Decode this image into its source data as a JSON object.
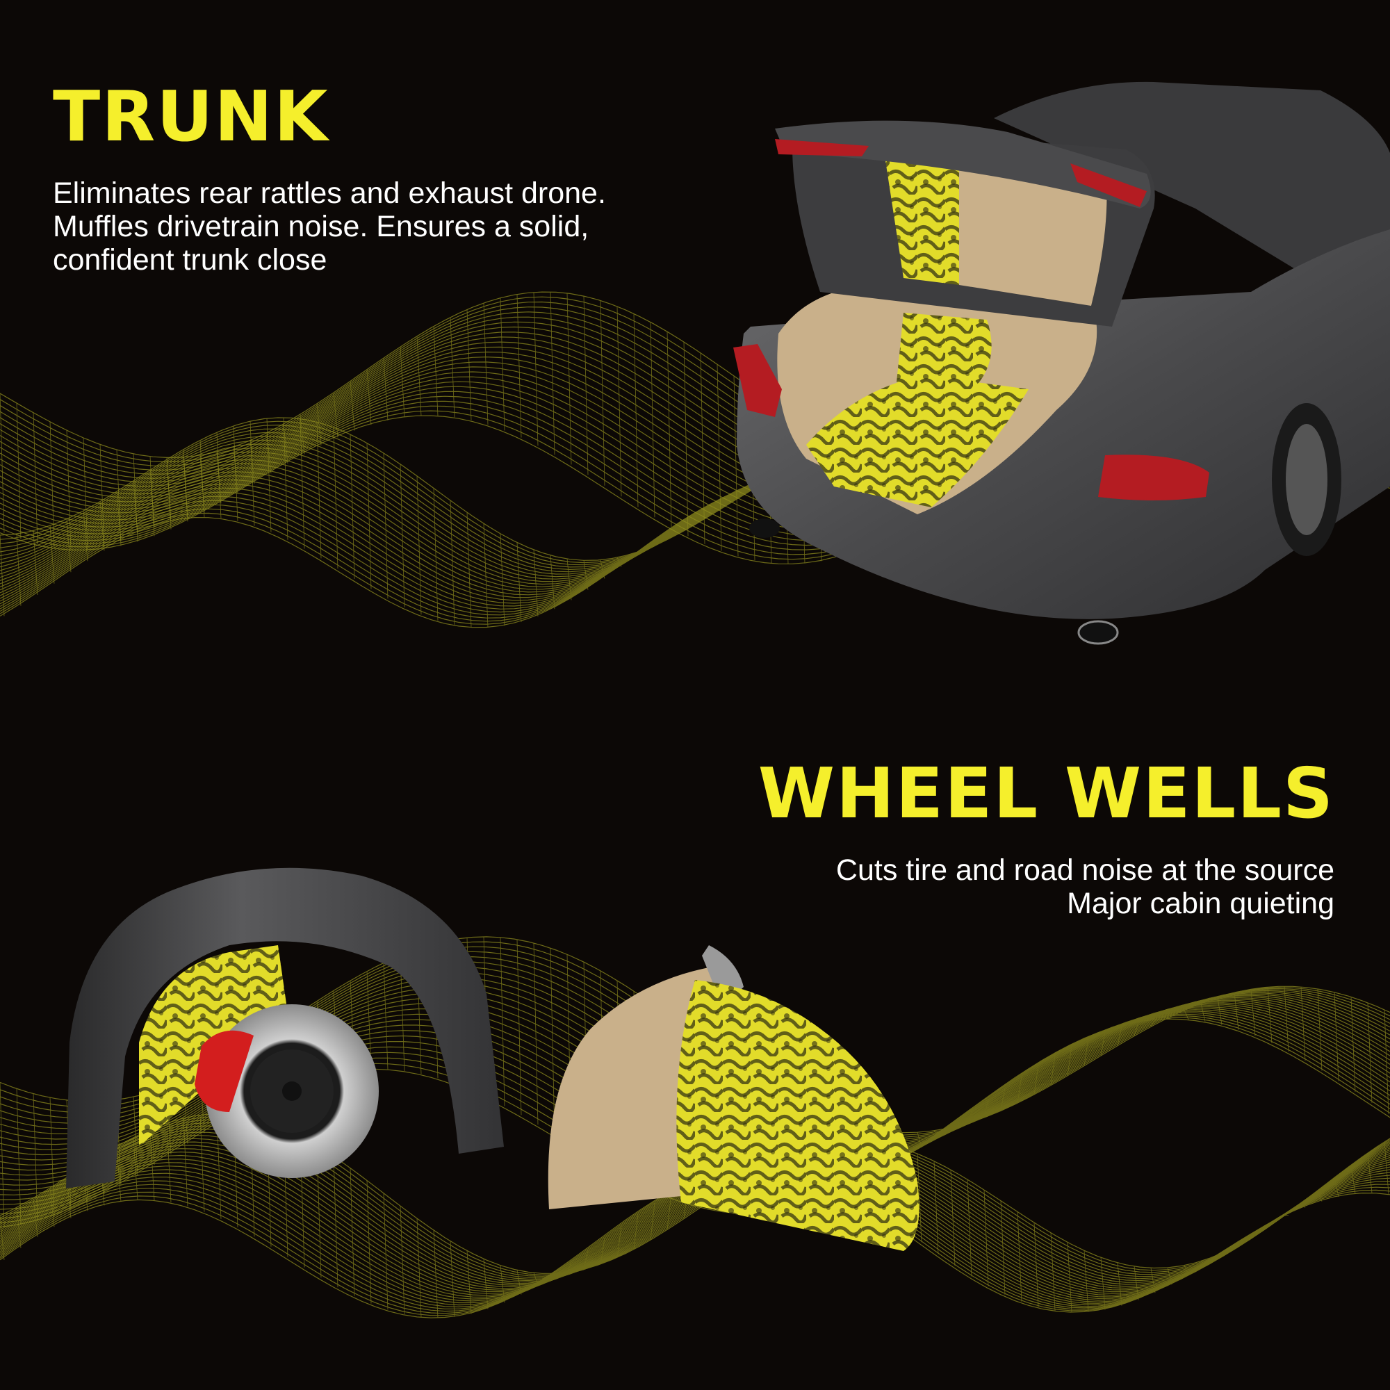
{
  "colors": {
    "background": "#0c0806",
    "accent": "#f5ef2c",
    "text": "#ffffff",
    "mesh": "#8f8d1e",
    "car_body": "#4a4a4c",
    "liner": "#c9b08a",
    "brake": "#d31e1e"
  },
  "trunk": {
    "title": "TRUNK",
    "lines": [
      "Eliminates rear rattles and exhaust drone.",
      "Muffles drivetrain noise. Ensures a solid,",
      "confident trunk close"
    ]
  },
  "wheel_wells": {
    "title": "WHEEL WELLS",
    "lines": [
      "Cuts tire and road noise at the source",
      "Major cabin quieting"
    ]
  },
  "illustrations": {
    "car": "car-rear-trunk-open-illustration",
    "fender": "fender-liner-with-brake-illustration",
    "liner": "wheel-well-liner-illustration",
    "mesh": "yellow-wireframe-waves"
  }
}
